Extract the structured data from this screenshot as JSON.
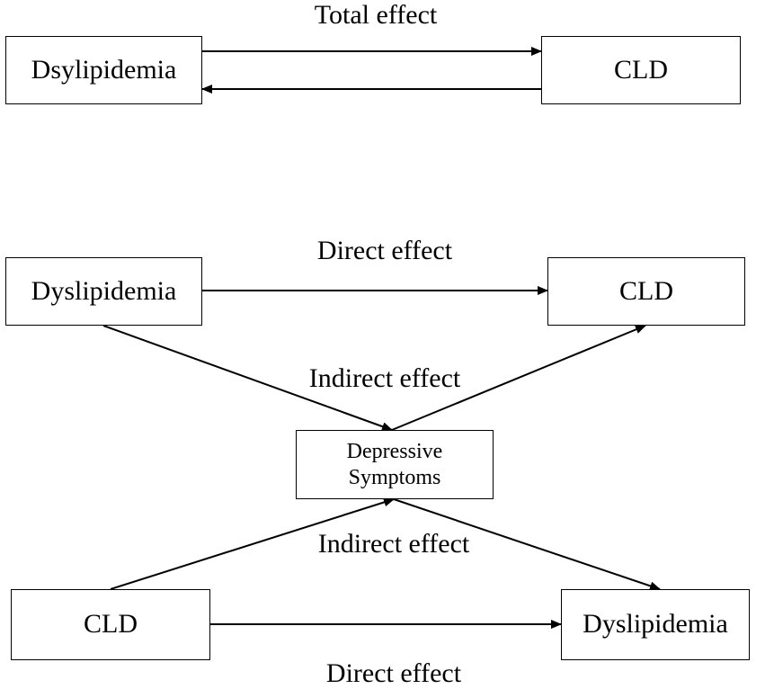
{
  "panel_top": {
    "left_box": "Dsylipidemia",
    "right_box": "CLD",
    "arrow_label": "Total effect"
  },
  "panel_bottom": {
    "top_left_box": "Dyslipidemia",
    "top_right_box": "CLD",
    "mediator_box": "Depressive\nSymptoms",
    "bottom_left_box": "CLD",
    "bottom_right_box": "Dyslipidemia",
    "top_direct_label": "Direct effect",
    "upper_indirect_label": "Indirect effect",
    "lower_indirect_label": "Indirect effect",
    "bottom_direct_label": "Direct effect"
  }
}
